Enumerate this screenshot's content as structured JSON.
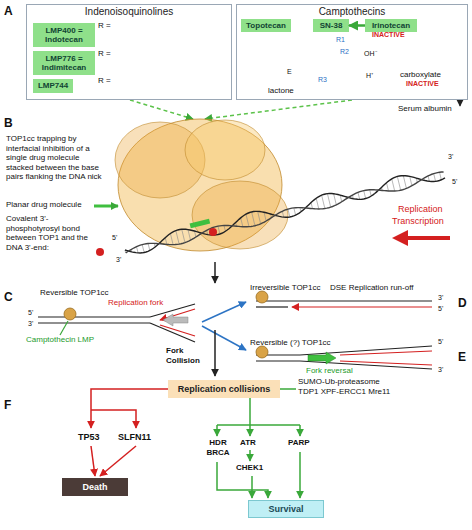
{
  "diagram": {
    "nodes": [
      {
        "text": [
          "Indenoisoquinolines"
        ]
      },
      {
        "text": [
          "LMP400 = Indotecan"
        ],
        "in": 0
      },
      {
        "text": [
          "LMP776 = Indimitecan"
        ],
        "in": 0
      },
      {
        "text": [
          "LMP744"
        ],
        "in": 0
      },
      {
        "text": [
          "Camptothecins"
        ]
      },
      {
        "text": [
          "Topotecan"
        ],
        "in": 4
      },
      {
        "text": [
          "SN-38"
        ],
        "in": 4
      },
      {
        "text": [
          "Irinotecan"
        ],
        "in": 4
      },
      {
        "text": [
          "Replication collisions"
        ]
      },
      {
        "text": [
          "Death"
        ]
      },
      {
        "text": [
          "Survival"
        ]
      }
    ],
    "edges": [
      {
        "from": 7,
        "to": 6,
        "arrow": "to"
      }
    ],
    "labels": [
      "A",
      "R =",
      "R =",
      "R =",
      "INACTIVE",
      "R1",
      "R2",
      "R3",
      "E",
      "lactone",
      "OH⁻",
      "H⁺",
      "carboxylate",
      "INACTIVE",
      "Serum albumin",
      "B",
      "TOP1cc trapping by interfacial inhibition of a single drug molecule stacked between the base pairs flanking the DNA nick",
      "Planar drug molecule",
      "Covalent 3'-phosphotyrosyl bond between TOP1 and the DNA 3'-end:",
      "5'",
      "3'",
      "3'",
      "5'",
      "Replication",
      "Transcription",
      "C",
      "Reversible TOP1cc",
      "Replication fork",
      "Camptothecin LMP",
      "5'",
      "3'",
      "Fork Collision",
      "Irreversible TOP1cc",
      "DSE Replication run-off",
      "3'",
      "5'",
      "D",
      "Reversible (?) TOP1cc",
      "Fork reversal",
      "5'",
      "3'",
      "E",
      "F",
      "TP53",
      "SLFN11",
      "SUMO-Ub-proteasome TDP1 XPF-ERCC1 Mre11",
      "HDR BRCA",
      "ATR",
      "PARP",
      "CHEK1"
    ]
  }
}
